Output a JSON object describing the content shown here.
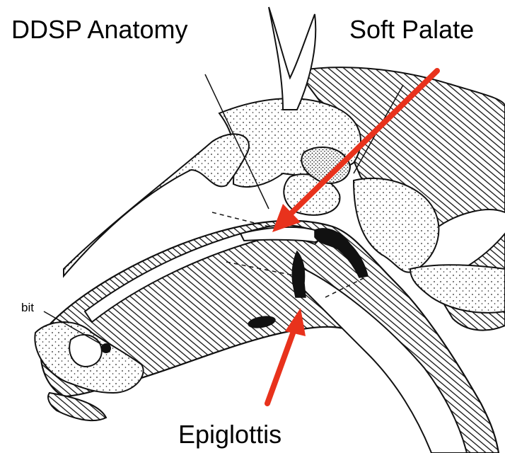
{
  "labels": {
    "title": "DDSP Anatomy",
    "soft_palate": "Soft Palate",
    "epiglottis": "Epiglottis",
    "bit": "bit"
  },
  "colors": {
    "arrow": "#e8321c",
    "ink": "#111111",
    "background": "#ffffff"
  }
}
